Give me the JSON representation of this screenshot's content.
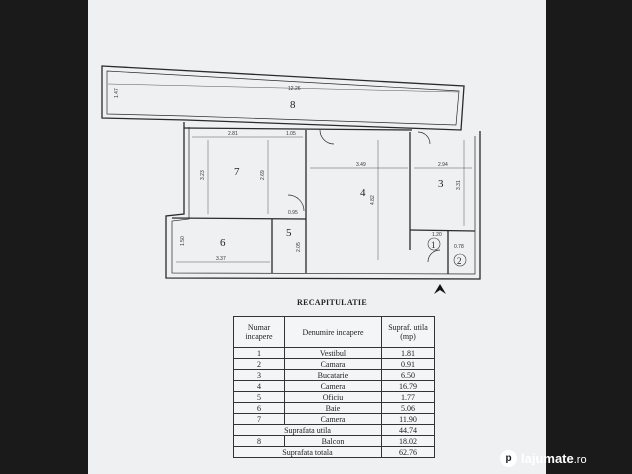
{
  "plan": {
    "rooms": [
      {
        "num": "1"
      },
      {
        "num": "2"
      },
      {
        "num": "3"
      },
      {
        "num": "4"
      },
      {
        "num": "5"
      },
      {
        "num": "6"
      },
      {
        "num": "7"
      },
      {
        "num": "8"
      }
    ],
    "dims": [
      "12.26",
      "1.47",
      "2.81",
      "1.05",
      "3.49",
      "2.94",
      "3.23",
      "2.69",
      "4.82",
      "3.31",
      "1.50",
      "3.37",
      "0.95",
      "1.20",
      "2.05",
      "0.78"
    ]
  },
  "recap": {
    "title": "RECAPITULATIE",
    "headers": [
      "Numar incapere",
      "Denumire incapere",
      "Supraf. utila (mp)"
    ],
    "rows": [
      [
        "1",
        "Vestibul",
        "1.81"
      ],
      [
        "2",
        "Camara",
        "0.91"
      ],
      [
        "3",
        "Bucatarie",
        "6.50"
      ],
      [
        "4",
        "Camera",
        "16.79"
      ],
      [
        "5",
        "Oficiu",
        "1.77"
      ],
      [
        "6",
        "Baie",
        "5.06"
      ],
      [
        "7",
        "Camera",
        "11.90"
      ]
    ],
    "utila": {
      "label": "Suprafata utila",
      "value": "44.74"
    },
    "balcon": {
      "num": "8",
      "name": "Balcon",
      "value": "18.02"
    },
    "totala": {
      "label": "Suprafata totala",
      "value": "62.76"
    }
  },
  "watermark": {
    "brand": "lajumate",
    "tld": ".ro",
    "logo": "p"
  }
}
